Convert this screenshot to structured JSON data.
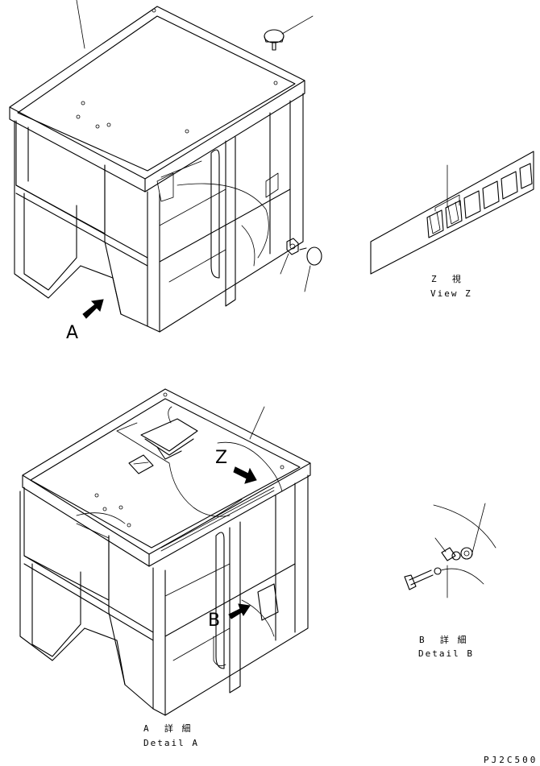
{
  "labels": {
    "arrow_a": "A",
    "arrow_z": "Z",
    "arrow_b": "B"
  },
  "captions": {
    "view_z_jp": "Z  視",
    "view_z_en": "View Z",
    "detail_a_jp": "A  詳 細",
    "detail_a_en": "Detail A",
    "detail_b_jp": "B  詳 細",
    "detail_b_en": "Detail B"
  },
  "drawing_code": "PJ2C500"
}
